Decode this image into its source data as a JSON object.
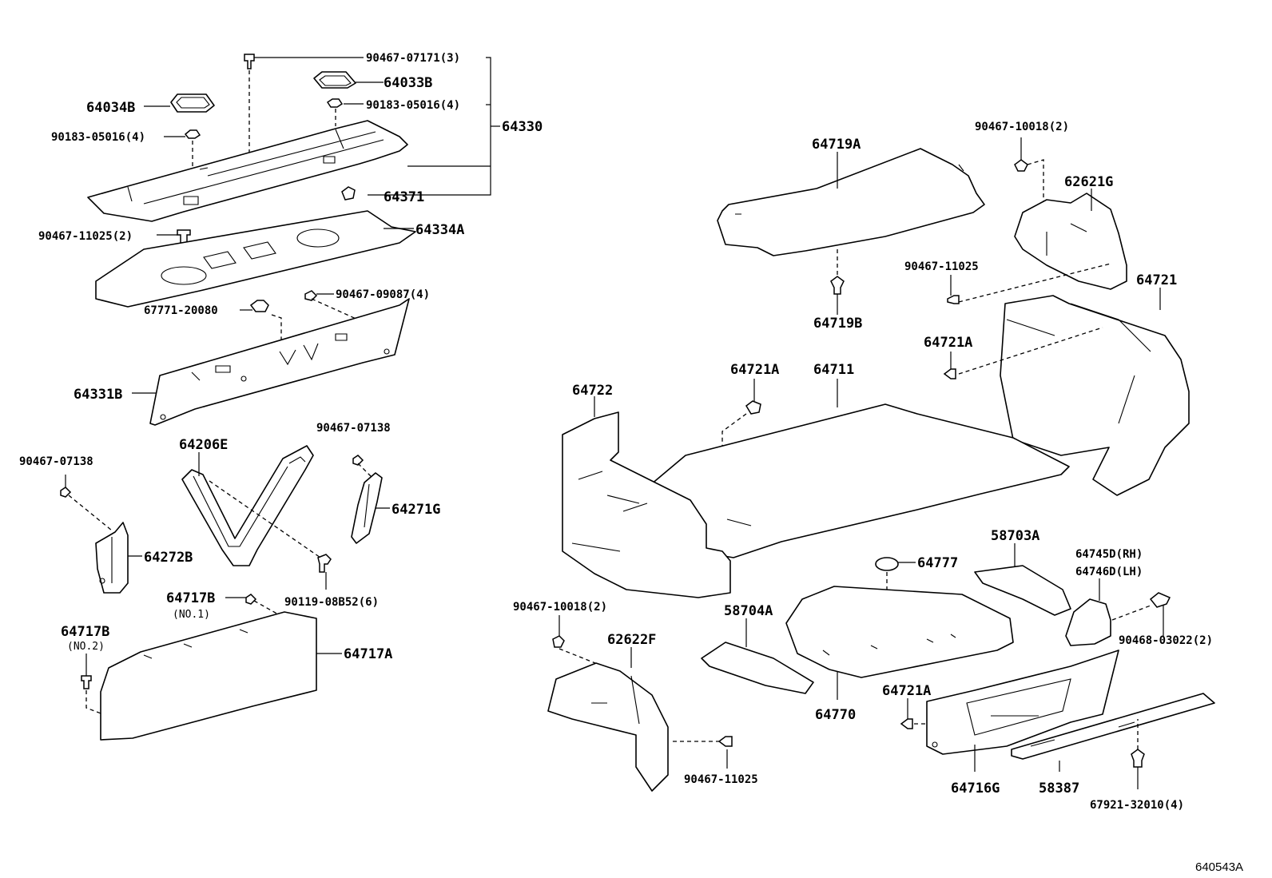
{
  "diagram_code": "640543A",
  "labels": {
    "l_90467_07171": "90467-07171(3)",
    "l_64033B": "64033B",
    "l_90183_05016_r": "90183-05016(4)",
    "l_64330": "64330",
    "l_64034B": "64034B",
    "l_90183_05016_l": "90183-05016(4)",
    "l_64371": "64371",
    "l_90467_11025_a": "90467-11025(2)",
    "l_64334A": "64334A",
    "l_90467_09087": "90467-09087(4)",
    "l_67771_20080": "67771-20080",
    "l_64331B": "64331B",
    "l_90467_07138_r": "90467-07138",
    "l_64206E": "64206E",
    "l_90467_07138_l": "90467-07138",
    "l_64271G": "64271G",
    "l_64272B": "64272B",
    "l_64717B_1": "64717B",
    "l_no1": "(NO.1)",
    "l_90119_08B52": "90119-08B52(6)",
    "l_64717B_2": "64717B",
    "l_no2": "(NO.2)",
    "l_64717A": "64717A",
    "l_90467_10018_top": "90467-10018(2)",
    "l_64719A": "64719A",
    "l_62621G": "62621G",
    "l_90467_11025_b": "90467-11025",
    "l_64721": "64721",
    "l_64719B": "64719B",
    "l_64721A_a": "64721A",
    "l_64721A_b": "64721A",
    "l_64711": "64711",
    "l_64722": "64722",
    "l_58703A": "58703A",
    "l_64777": "64777",
    "l_64745D": "64745D(RH)",
    "l_64746D": "64746D(LH)",
    "l_90467_10018_bot": "90467-10018(2)",
    "l_62622F": "62622F",
    "l_58704A": "58704A",
    "l_90468_03022": "90468-03022(2)",
    "l_64721A_c": "64721A",
    "l_64770": "64770",
    "l_90467_11025_c": "90467-11025",
    "l_64716G": "64716G",
    "l_58387": "58387",
    "l_67921_32010": "67921-32010(4)"
  }
}
